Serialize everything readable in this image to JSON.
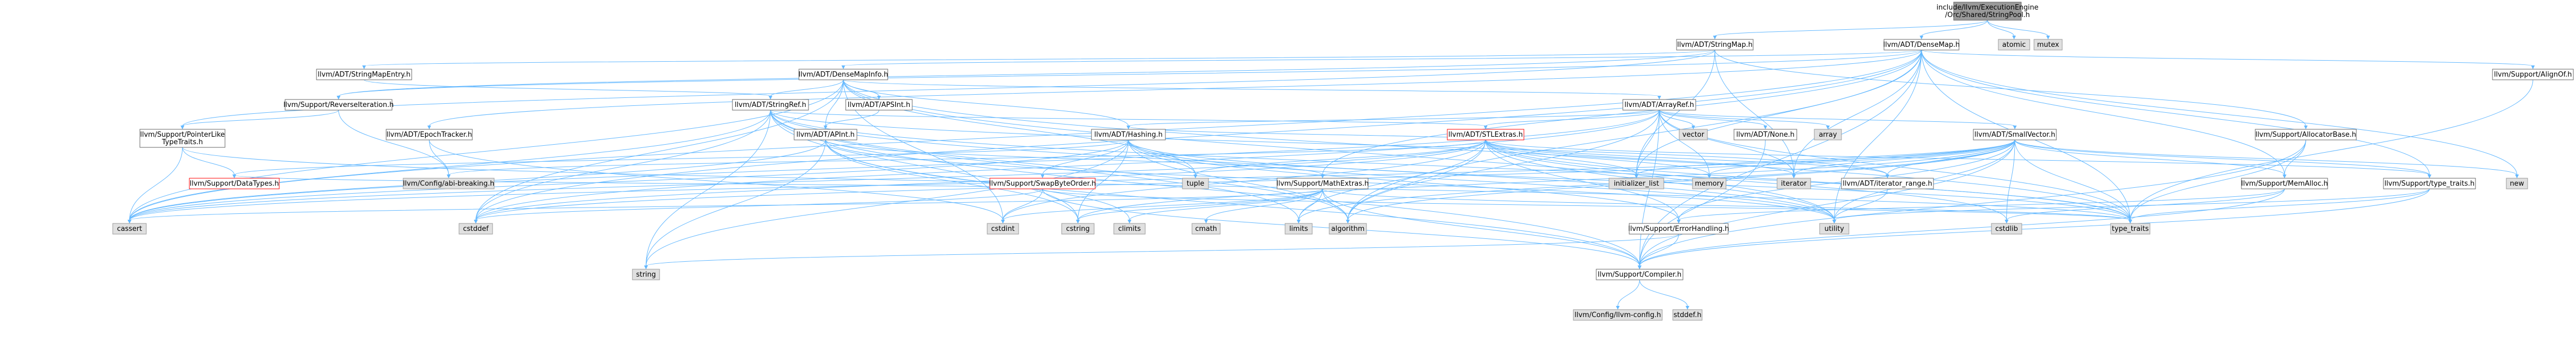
{
  "colors": {
    "root_fill": "#999999",
    "root_stroke": "#666666",
    "node_fill": "#ffffff",
    "node_stroke": "#666666",
    "system_fill": "#e0e0e0",
    "system_stroke": "#999999",
    "truncated_stroke": "#ff0000",
    "edge": "#63b8ff",
    "edge_red": "#ff0000"
  },
  "nodes": [
    {
      "id": "root",
      "label": "include/llvm/ExecutionEngine\n/Orc/Shared/StringPool.h",
      "kind": "root"
    },
    {
      "id": "stringmap",
      "label": "llvm/ADT/StringMap.h",
      "kind": "node"
    },
    {
      "id": "atomic",
      "label": "atomic",
      "kind": "system"
    },
    {
      "id": "mutex",
      "label": "mutex",
      "kind": "system"
    },
    {
      "id": "densemap",
      "label": "llvm/ADT/DenseMap.h",
      "kind": "node"
    },
    {
      "id": "stringmapentry",
      "label": "llvm/ADT/StringMapEntry.h",
      "kind": "node"
    },
    {
      "id": "densemapinfo",
      "label": "llvm/ADT/DenseMapInfo.h",
      "kind": "node"
    },
    {
      "id": "alignof",
      "label": "llvm/Support/AlignOf.h",
      "kind": "node"
    },
    {
      "id": "reverseiteration",
      "label": "llvm/Support/ReverseIteration.h",
      "kind": "node"
    },
    {
      "id": "stringref",
      "label": "llvm/ADT/StringRef.h",
      "kind": "node"
    },
    {
      "id": "apsint",
      "label": "llvm/ADT/APSInt.h",
      "kind": "node"
    },
    {
      "id": "arrayref",
      "label": "llvm/ADT/ArrayRef.h",
      "kind": "node"
    },
    {
      "id": "pointerlike",
      "label": "llvm/Support/PointerLike\nTypeTraits.h",
      "kind": "node"
    },
    {
      "id": "epochtracker",
      "label": "llvm/ADT/EpochTracker.h",
      "kind": "node"
    },
    {
      "id": "apint",
      "label": "llvm/ADT/APInt.h",
      "kind": "node"
    },
    {
      "id": "hashing",
      "label": "llvm/ADT/Hashing.h",
      "kind": "node"
    },
    {
      "id": "stlextras",
      "label": "llvm/ADT/STLExtras.h",
      "kind": "truncated"
    },
    {
      "id": "vector",
      "label": "vector",
      "kind": "system"
    },
    {
      "id": "none",
      "label": "llvm/ADT/None.h",
      "kind": "node"
    },
    {
      "id": "array",
      "label": "array",
      "kind": "system"
    },
    {
      "id": "smallvector",
      "label": "llvm/ADT/SmallVector.h",
      "kind": "node"
    },
    {
      "id": "allocatorbase",
      "label": "llvm/Support/AllocatorBase.h",
      "kind": "node"
    },
    {
      "id": "datatypes",
      "label": "llvm/Support/DataTypes.h",
      "kind": "truncated"
    },
    {
      "id": "abibreaking",
      "label": "llvm/Config/abi-breaking.h",
      "kind": "system"
    },
    {
      "id": "swapbyteorder",
      "label": "llvm/Support/SwapByteOrder.h",
      "kind": "truncated"
    },
    {
      "id": "tuple",
      "label": "tuple",
      "kind": "system"
    },
    {
      "id": "mathextras",
      "label": "llvm/Support/MathExtras.h",
      "kind": "node"
    },
    {
      "id": "initlist",
      "label": "initializer_list",
      "kind": "system"
    },
    {
      "id": "memory",
      "label": "memory",
      "kind": "system"
    },
    {
      "id": "iterator",
      "label": "iterator",
      "kind": "system"
    },
    {
      "id": "iteratorrange",
      "label": "llvm/ADT/iterator_range.h",
      "kind": "node"
    },
    {
      "id": "memalloc",
      "label": "llvm/Support/MemAlloc.h",
      "kind": "node"
    },
    {
      "id": "typetraits_h",
      "label": "llvm/Support/type_traits.h",
      "kind": "node"
    },
    {
      "id": "new",
      "label": "new",
      "kind": "system"
    },
    {
      "id": "cassert",
      "label": "cassert",
      "kind": "system"
    },
    {
      "id": "cstddef",
      "label": "cstddef",
      "kind": "system"
    },
    {
      "id": "cstdint",
      "label": "cstdint",
      "kind": "system"
    },
    {
      "id": "cstring",
      "label": "cstring",
      "kind": "system"
    },
    {
      "id": "climits",
      "label": "climits",
      "kind": "system"
    },
    {
      "id": "cmath",
      "label": "cmath",
      "kind": "system"
    },
    {
      "id": "limits",
      "label": "limits",
      "kind": "system"
    },
    {
      "id": "algorithm",
      "label": "algorithm",
      "kind": "system"
    },
    {
      "id": "errorhandling",
      "label": "llvm/Support/ErrorHandling.h",
      "kind": "node"
    },
    {
      "id": "utility",
      "label": "utility",
      "kind": "system"
    },
    {
      "id": "cstdlib",
      "label": "cstdlib",
      "kind": "system"
    },
    {
      "id": "type_traits",
      "label": "type_traits",
      "kind": "system"
    },
    {
      "id": "string",
      "label": "string",
      "kind": "system"
    },
    {
      "id": "compiler",
      "label": "llvm/Support/Compiler.h",
      "kind": "node"
    },
    {
      "id": "llvmconfig",
      "label": "llvm/Config/llvm-config.h",
      "kind": "system"
    },
    {
      "id": "stddef",
      "label": "stddef.h",
      "kind": "system"
    }
  ],
  "edges": [
    [
      "root",
      "stringmap"
    ],
    [
      "root",
      "atomic"
    ],
    [
      "root",
      "mutex"
    ],
    [
      "root",
      "densemap"
    ],
    [
      "stringmap",
      "stringmapentry"
    ],
    [
      "stringmap",
      "allocatorbase"
    ],
    [
      "stringmap",
      "pointerlike"
    ],
    [
      "stringmap",
      "reverseiteration"
    ],
    [
      "stringmap",
      "initlist"
    ],
    [
      "stringmap",
      "iterator"
    ],
    [
      "stringmapentry",
      "stringref"
    ],
    [
      "densemap",
      "densemapinfo"
    ],
    [
      "densemap",
      "epochtracker"
    ],
    [
      "densemap",
      "alignof"
    ],
    [
      "densemap",
      "compiler"
    ],
    [
      "densemap",
      "memalloc"
    ],
    [
      "densemap",
      "reverseiteration"
    ],
    [
      "densemap",
      "typetraits_h"
    ],
    [
      "densemap",
      "algorithm"
    ],
    [
      "densemap",
      "cassert"
    ],
    [
      "densemap",
      "cstddef"
    ],
    [
      "densemap",
      "initlist"
    ],
    [
      "densemap",
      "iterator"
    ],
    [
      "densemap",
      "new"
    ],
    [
      "densemap",
      "type_traits"
    ],
    [
      "densemap",
      "utility"
    ],
    [
      "densemap",
      "mathextras"
    ],
    [
      "densemapinfo",
      "apint"
    ],
    [
      "densemapinfo",
      "apsint"
    ],
    [
      "densemapinfo",
      "arrayref"
    ],
    [
      "densemapinfo",
      "hashing"
    ],
    [
      "densemapinfo",
      "stringref"
    ],
    [
      "densemapinfo",
      "cassert"
    ],
    [
      "densemapinfo",
      "cstddef"
    ],
    [
      "densemapinfo",
      "cstdint"
    ],
    [
      "densemapinfo",
      "tuple"
    ],
    [
      "densemapinfo",
      "type_traits"
    ],
    [
      "densemapinfo",
      "utility"
    ],
    [
      "apsint",
      "apint"
    ],
    [
      "apint",
      "compiler"
    ],
    [
      "apint",
      "mathextras"
    ],
    [
      "apint",
      "cassert"
    ],
    [
      "apint",
      "climits"
    ],
    [
      "apint",
      "cstring"
    ],
    [
      "apint",
      "utility"
    ],
    [
      "apint",
      "string"
    ],
    [
      "arrayref",
      "hashing"
    ],
    [
      "arrayref",
      "none"
    ],
    [
      "arrayref",
      "smallvector"
    ],
    [
      "arrayref",
      "stlextras"
    ],
    [
      "arrayref",
      "compiler"
    ],
    [
      "arrayref",
      "algorithm"
    ],
    [
      "arrayref",
      "array"
    ],
    [
      "arrayref",
      "cassert"
    ],
    [
      "arrayref",
      "cstddef"
    ],
    [
      "arrayref",
      "initlist"
    ],
    [
      "arrayref",
      "iterator"
    ],
    [
      "arrayref",
      "memory"
    ],
    [
      "arrayref",
      "type_traits"
    ],
    [
      "arrayref",
      "vector"
    ],
    [
      "stringref",
      "stlextras"
    ],
    [
      "stringref",
      "iteratorrange"
    ],
    [
      "stringref",
      "compiler"
    ],
    [
      "stringref",
      "algorithm"
    ],
    [
      "stringref",
      "cassert"
    ],
    [
      "stringref",
      "cstddef"
    ],
    [
      "stringref",
      "cstring"
    ],
    [
      "stringref",
      "limits"
    ],
    [
      "stringref",
      "string"
    ],
    [
      "stringref",
      "type_traits"
    ],
    [
      "stringref",
      "utility"
    ],
    [
      "hashing",
      "errorhandling"
    ],
    [
      "hashing",
      "swapbyteorder"
    ],
    [
      "hashing",
      "datatypes"
    ],
    [
      "hashing",
      "type_traits"
    ],
    [
      "hashing",
      "algorithm"
    ],
    [
      "hashing",
      "cassert"
    ],
    [
      "hashing",
      "cstring"
    ],
    [
      "hashing",
      "string"
    ],
    [
      "hashing",
      "tuple"
    ],
    [
      "hashing",
      "utility"
    ],
    [
      "stlextras",
      "hashing"
    ],
    [
      "stlextras",
      "iteratorrange"
    ],
    [
      "stlextras",
      "errorhandling"
    ],
    [
      "stlextras",
      "abibreaking"
    ],
    [
      "stlextras",
      "algorithm"
    ],
    [
      "stlextras",
      "cassert"
    ],
    [
      "stlextras",
      "cstddef"
    ],
    [
      "stlextras",
      "cstdint"
    ],
    [
      "stlextras",
      "cstdlib"
    ],
    [
      "stlextras",
      "initlist"
    ],
    [
      "stlextras",
      "iterator"
    ],
    [
      "stlextras",
      "limits"
    ],
    [
      "stlextras",
      "memory"
    ],
    [
      "stlextras",
      "tuple"
    ],
    [
      "stlextras",
      "type_traits"
    ],
    [
      "stlextras",
      "utility"
    ],
    [
      "stlextras",
      "typetraits_h"
    ],
    [
      "smallvector",
      "compiler"
    ],
    [
      "smallvector",
      "typetraits_h"
    ],
    [
      "smallvector",
      "algorithm"
    ],
    [
      "smallvector",
      "cassert"
    ],
    [
      "smallvector",
      "cstddef"
    ],
    [
      "smallvector",
      "cstdlib"
    ],
    [
      "smallvector",
      "cstring"
    ],
    [
      "smallvector",
      "functional"
    ],
    [
      "smallvector",
      "initlist"
    ],
    [
      "smallvector",
      "iterator"
    ],
    [
      "smallvector",
      "limits"
    ],
    [
      "smallvector",
      "memory"
    ],
    [
      "smallvector",
      "new"
    ],
    [
      "smallvector",
      "type_traits"
    ],
    [
      "smallvector",
      "utility"
    ],
    [
      "smallvector",
      "iteratorrange"
    ],
    [
      "smallvector",
      "memalloc"
    ],
    [
      "smallvector",
      "errorhandling"
    ],
    [
      "allocatorbase",
      "compiler"
    ],
    [
      "allocatorbase",
      "memalloc"
    ],
    [
      "allocatorbase",
      "type_traits"
    ],
    [
      "memalloc",
      "compiler"
    ],
    [
      "memalloc",
      "errorhandling"
    ],
    [
      "memalloc",
      "cstdlib"
    ],
    [
      "typetraits_h",
      "compiler"
    ],
    [
      "typetraits_h",
      "type_traits"
    ],
    [
      "typetraits_h",
      "utility"
    ],
    [
      "mathextras",
      "compiler"
    ],
    [
      "mathextras",
      "algorithm"
    ],
    [
      "mathextras",
      "cassert"
    ],
    [
      "mathextras",
      "climits"
    ],
    [
      "mathextras",
      "cmath"
    ],
    [
      "mathextras",
      "cstdint"
    ],
    [
      "mathextras",
      "cstring"
    ],
    [
      "mathextras",
      "limits"
    ],
    [
      "mathextras",
      "type_traits"
    ],
    [
      "swapbyteorder",
      "compiler"
    ],
    [
      "swapbyteorder",
      "datatypes"
    ],
    [
      "swapbyteorder",
      "cstddef"
    ],
    [
      "swapbyteorder",
      "cstdint"
    ],
    [
      "swapbyteorder",
      "type_traits"
    ],
    [
      "pointerlike",
      "datatypes"
    ],
    [
      "pointerlike",
      "cassert"
    ],
    [
      "pointerlike",
      "type_traits"
    ],
    [
      "epochtracker",
      "abibreaking"
    ],
    [
      "epochtracker",
      "cstdint"
    ],
    [
      "reverseiteration",
      "abibreaking"
    ],
    [
      "reverseiteration",
      "pointerlike"
    ],
    [
      "alignof",
      "type_traits"
    ],
    [
      "iteratorrange",
      "utility"
    ],
    [
      "errorhandling",
      "compiler"
    ],
    [
      "errorhandling",
      "string"
    ],
    [
      "compiler",
      "llvmconfig"
    ],
    [
      "compiler",
      "stddef"
    ],
    [
      "none",
      "compiler"
    ]
  ]
}
